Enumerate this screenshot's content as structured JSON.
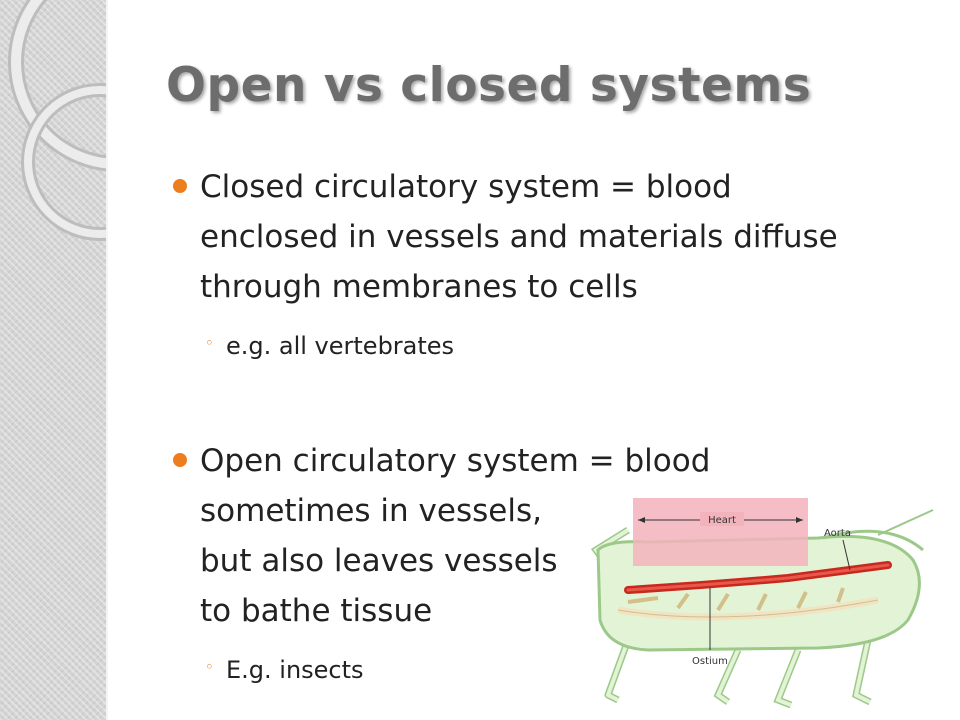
{
  "slide": {
    "title": "Open vs closed systems",
    "bullets": [
      {
        "lines": [
          "Closed circulatory system = blood",
          "enclosed in vessels and materials diffuse",
          "through membranes to cells"
        ],
        "sub": "e.g. all vertebrates"
      },
      {
        "lines": [
          "Open circulatory system = blood",
          "sometimes in vessels,",
          "but also leaves vessels",
          "to bathe tissue"
        ],
        "sub": "E.g. insects"
      }
    ],
    "sub_marker": "◦"
  },
  "figure": {
    "labels": {
      "heart": "Heart",
      "aorta": "Aorta",
      "ostium": "Ostium"
    }
  },
  "colors": {
    "accent": "#ed7d1f",
    "title": "#6d6d6d",
    "body_text": "#222222",
    "sidebar": "#d4d4d4",
    "heart_fill": "#f3b3bd",
    "vessel": "#c8281e",
    "insect_body": "#e3f3d5"
  },
  "icons": {
    "bullet": "filled-circle-bullet-icon",
    "sub_bullet": "hollow-circle-bullet-icon"
  }
}
